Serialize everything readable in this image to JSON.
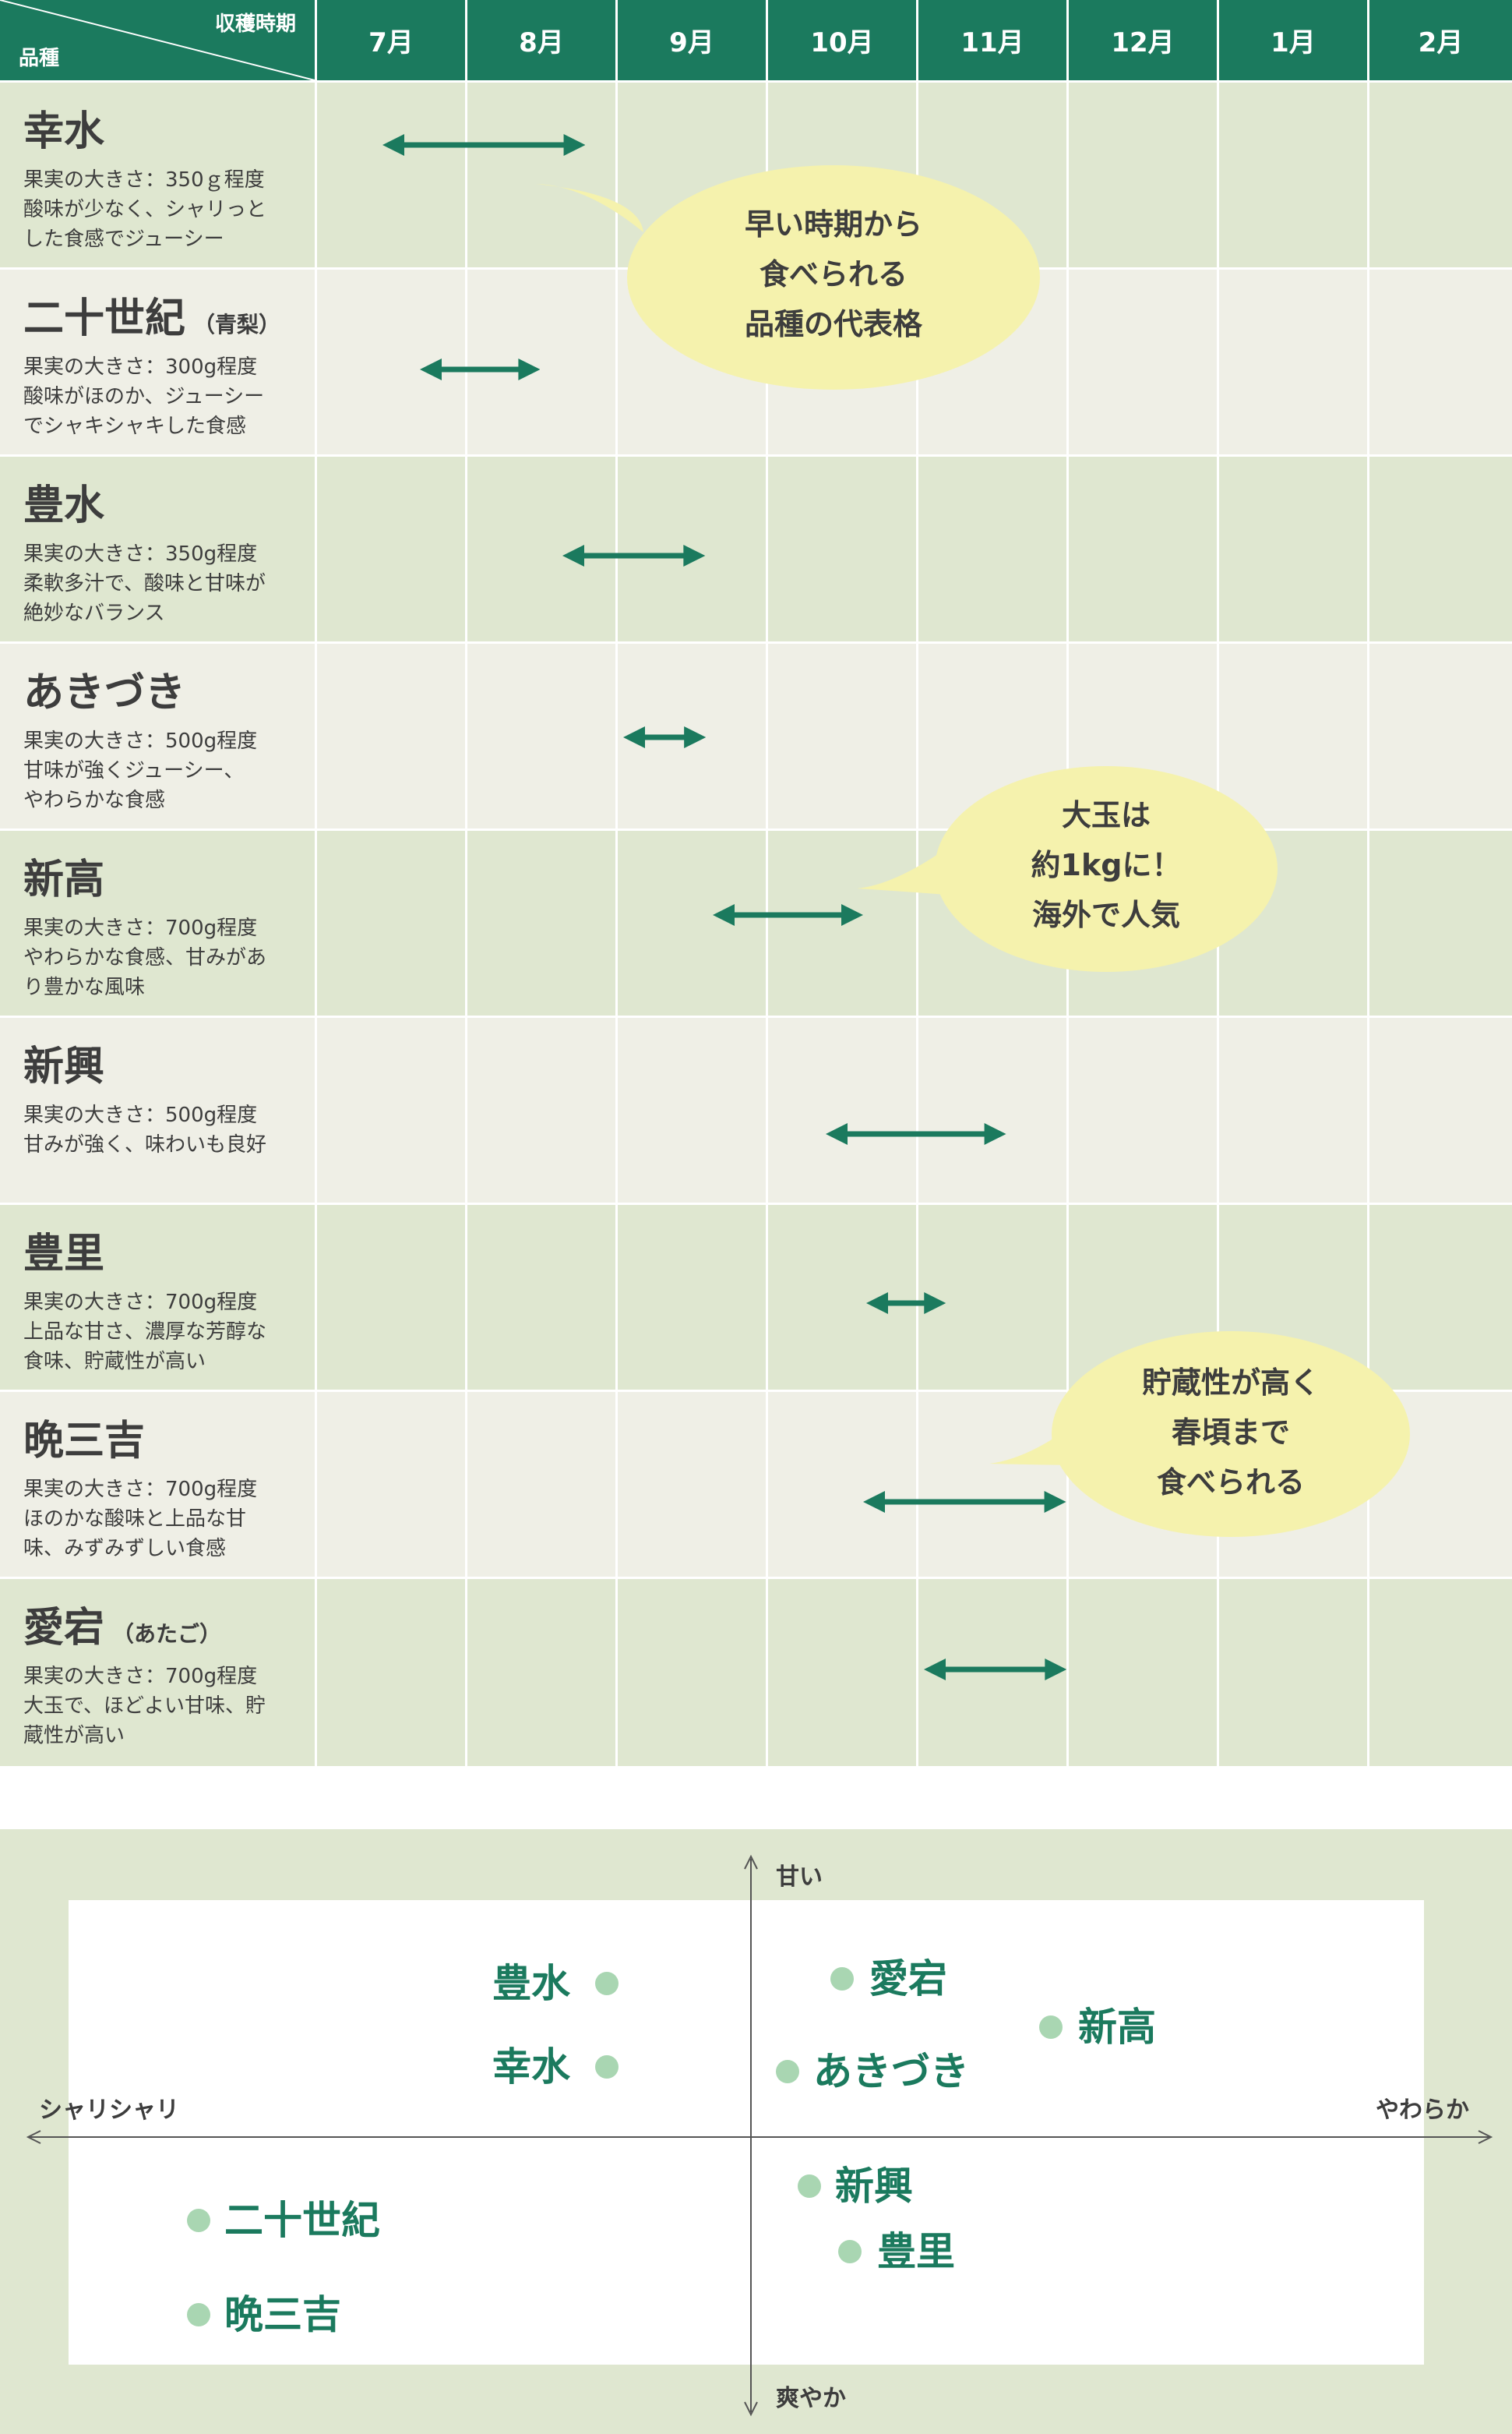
{
  "colors": {
    "header": "#1b7a5e",
    "row_green": "#dfe7d0",
    "row_light": "#efefe6",
    "arrow": "#1b7a5e",
    "bubble": "#f5f2ad",
    "dot": "#a9d6b2"
  },
  "header": {
    "label_top": "収穫時期",
    "label_bottom": "品種"
  },
  "months": [
    "7月",
    "8月",
    "9月",
    "10月",
    "11月",
    "12月",
    "1月",
    "2月"
  ],
  "varieties": [
    {
      "name": "幸水",
      "sub": "",
      "desc": [
        "果実の大きさ：350ｇ程度",
        "酸味が少なく、シャリっと",
        "した食感でジューシー"
      ],
      "harvest": [
        0.45,
        1.8
      ]
    },
    {
      "name": "二十世紀",
      "sub": "（青梨）",
      "desc": [
        "果実の大きさ：300g程度",
        "酸味がほのか、ジューシー",
        "でシャキシャキした食感"
      ],
      "harvest": [
        0.7,
        1.5
      ]
    },
    {
      "name": "豊水",
      "sub": "",
      "desc": [
        "果実の大きさ：350g程度",
        "柔軟多汁で、酸味と甘味が",
        "絶妙なバランス"
      ],
      "harvest": [
        1.65,
        2.6
      ]
    },
    {
      "name": "あきづき",
      "sub": "",
      "desc": [
        "果実の大きさ：500g程度",
        "甘味が強くジューシー、",
        "やわらかな食感"
      ],
      "harvest": [
        2.05,
        2.6
      ]
    },
    {
      "name": "新高",
      "sub": "",
      "desc": [
        "果実の大きさ：700g程度",
        "やわらかな食感、甘みがあ",
        "り豊かな風味"
      ],
      "harvest": [
        2.65,
        3.65
      ]
    },
    {
      "name": "新興",
      "sub": "",
      "desc": [
        "果実の大きさ：500g程度",
        "甘みが強く、味わいも良好"
      ],
      "harvest": [
        3.4,
        4.6
      ]
    },
    {
      "name": "豊里",
      "sub": "",
      "desc": [
        "果実の大きさ：700g程度",
        "上品な甘さ、濃厚な芳醇な",
        "食味、貯蔵性が高い"
      ],
      "harvest": [
        3.67,
        4.2
      ]
    },
    {
      "name": "晩三吉",
      "sub": "",
      "desc": [
        "果実の大きさ：700g程度",
        "ほのかな酸味と上品な甘",
        "味、みずみずしい食感"
      ],
      "harvest": [
        3.65,
        5.0
      ]
    },
    {
      "name": "愛宕",
      "sub": "（あたご）",
      "desc": [
        "果実の大きさ：700g程度",
        "大玉で、ほどよい甘味、貯",
        "蔵性が高い"
      ],
      "harvest": [
        4.05,
        5.0
      ]
    }
  ],
  "bubbles": [
    {
      "lines": [
        "早い時期から",
        "食べられる",
        "品種の代表格"
      ]
    },
    {
      "lines": [
        "大玉は",
        "約1kgに！",
        "海外で人気"
      ]
    },
    {
      "lines": [
        "貯蔵性が高く",
        "春頃まで",
        "食べられる"
      ]
    }
  ],
  "map": {
    "axis_top": "甘い",
    "axis_bottom": "爽やか",
    "axis_left": "シャリシャリ",
    "axis_right": "やわらか",
    "points": [
      {
        "label": "豊水"
      },
      {
        "label": "幸水"
      },
      {
        "label": "愛宕"
      },
      {
        "label": "あきづき"
      },
      {
        "label": "新高"
      },
      {
        "label": "二十世紀"
      },
      {
        "label": "晩三吉"
      },
      {
        "label": "新興"
      },
      {
        "label": "豊里"
      }
    ]
  }
}
